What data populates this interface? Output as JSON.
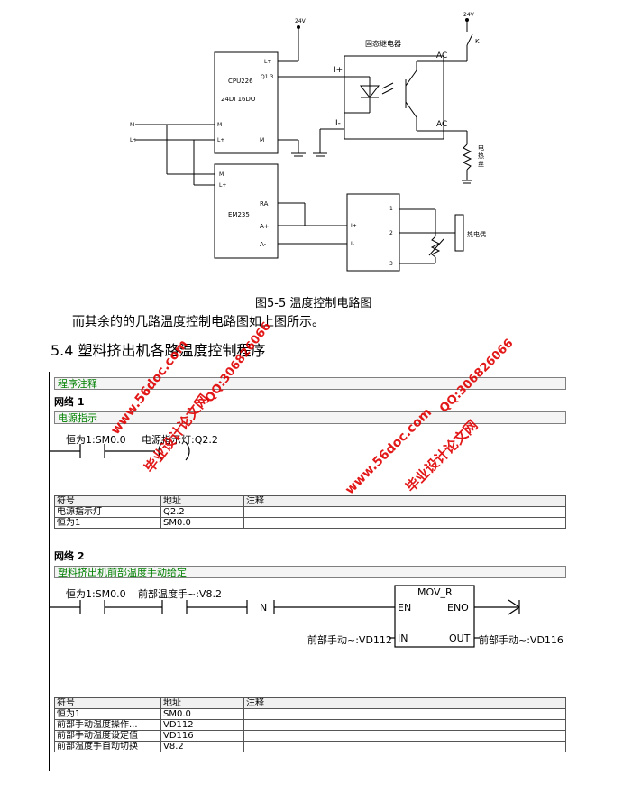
{
  "circuit": {
    "v24_left": "24V",
    "v24_right": "24V",
    "k": "K",
    "cpu_title": "CPU226",
    "cpu_io": "24DI 16DO",
    "cpu_l_plus": "L+",
    "cpu_q": "Q1.3",
    "cpu_m_right": "M",
    "cpu_l_plus_left": "L+",
    "cpu_m_left": "M",
    "wire_m_left": "M",
    "wire_l_left": "L+",
    "ssr_label": "固态继电器",
    "ssr_i_plus": "I+",
    "ssr_i_minus": "I-",
    "ssr_ac_top": "AC",
    "ssr_ac_bottom": "AC",
    "heater": "电热丝",
    "em_title": "EM235",
    "em_m": "M",
    "em_l": "L+",
    "em_ra": "RA",
    "em_aplus": "A+",
    "em_aminus": "A-",
    "tc_1": "1",
    "tc_2": "2",
    "tc_3": "3",
    "tc_iplus": "I+",
    "tc_iminus": "I-",
    "thermocouple": "热电偶"
  },
  "figure_caption": "图5-5 温度控制电路图",
  "paragraph": "而其余的的几路温度控制电路图如上图所示。",
  "section_heading": "5.4 塑料挤出机各路温度控制程序",
  "program_comment": "程序注释",
  "network1": {
    "title": "网络 1",
    "comment": "电源指示",
    "contact_label": "恒为1:SM0.0",
    "coil_label": "电源指示灯:Q2.2",
    "table_headers": [
      "符号",
      "地址",
      "注释"
    ],
    "rows": [
      [
        "电源指示灯",
        "Q2.2",
        ""
      ],
      [
        "恒为1",
        "SM0.0",
        ""
      ]
    ]
  },
  "network2": {
    "title": "网络 2",
    "comment": "塑料挤出机前部温度手动给定",
    "contact1_label": "恒为1:SM0.0",
    "contact2_label": "前部温度手~:V8.2",
    "n_label": "N",
    "block_name": "MOV_R",
    "en": "EN",
    "eno": "ENO",
    "in": "IN",
    "out": "OUT",
    "in_var": "前部手动~:VD112",
    "out_var": "前部手动~:VD116",
    "table_headers": [
      "符号",
      "地址",
      "注释"
    ],
    "rows": [
      [
        "恒为1",
        "SM0.0",
        ""
      ],
      [
        "前部手动温度操作...",
        "VD112",
        ""
      ],
      [
        "前部手动温度设定值",
        "VD116",
        ""
      ],
      [
        "前部温度手自动切换",
        "V8.2",
        ""
      ]
    ]
  },
  "watermarks": [
    "毕业设计论文网",
    "www.56doc.com",
    "QQ:306826066",
    "www.56doc.com",
    "QQ:306826066",
    "毕业设计论文网"
  ]
}
